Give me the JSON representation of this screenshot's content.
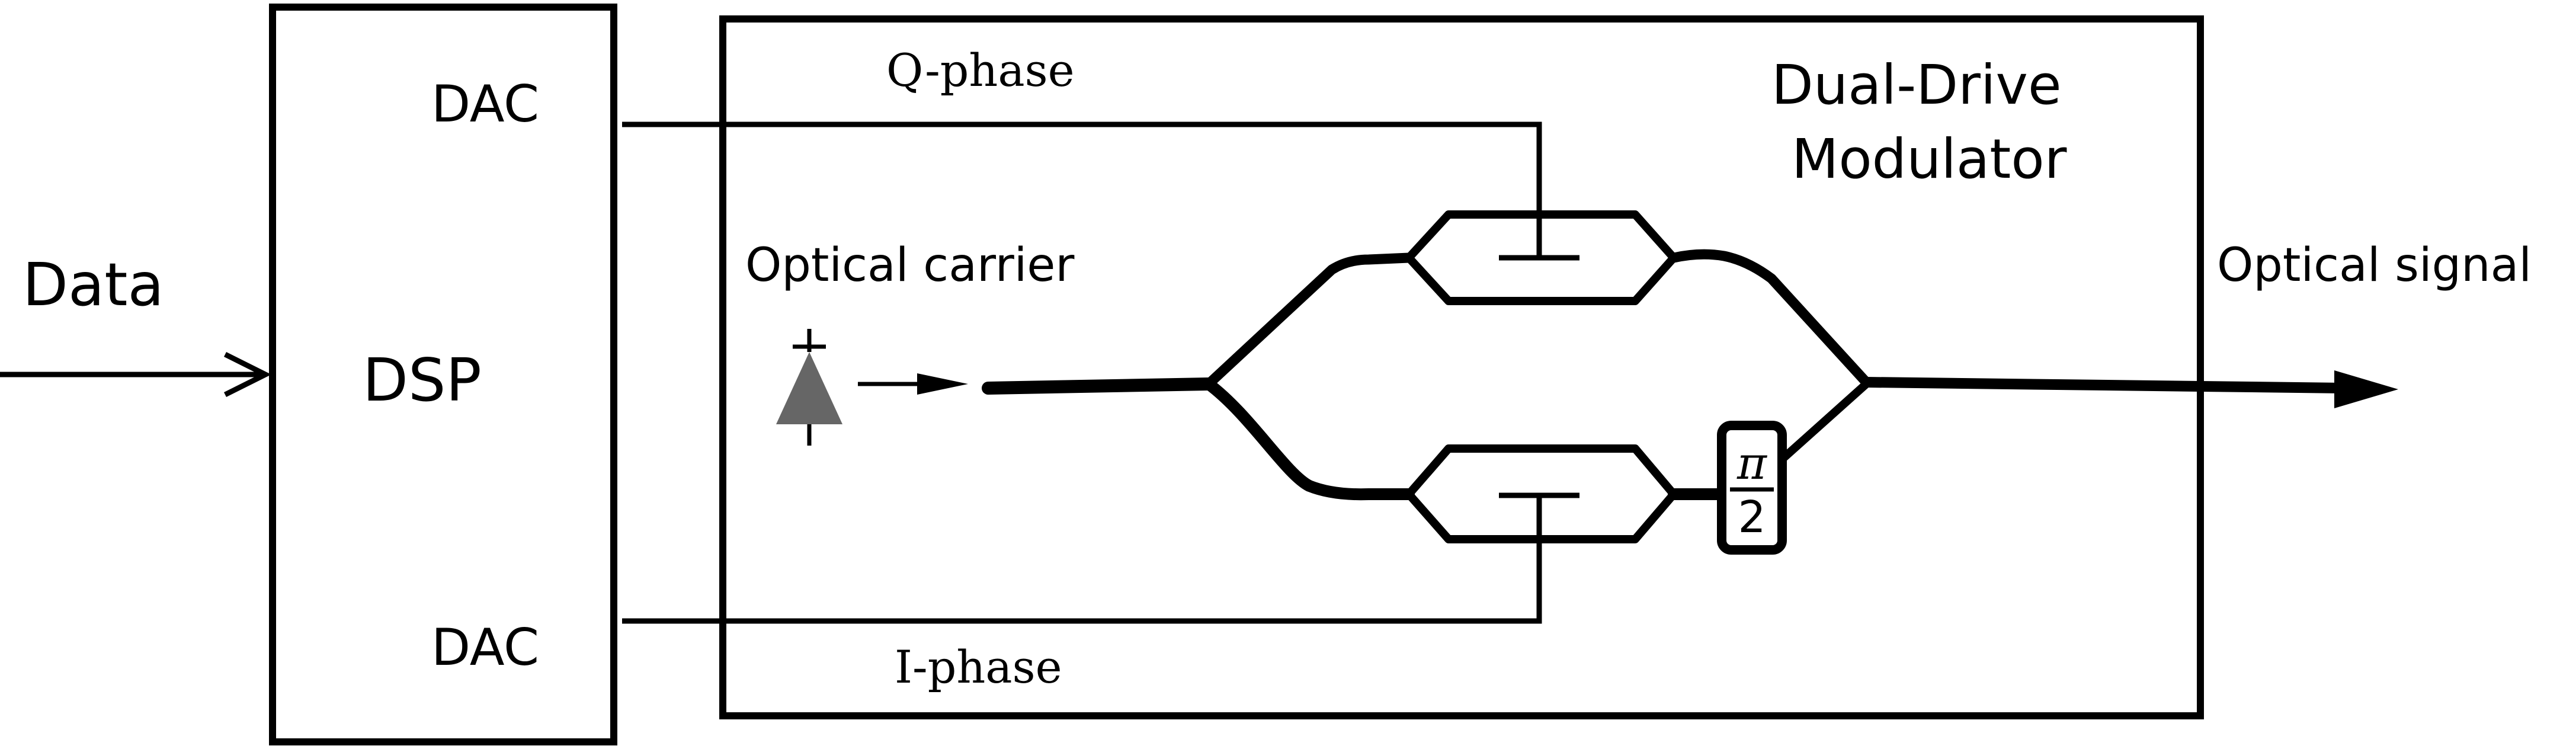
{
  "labels": {
    "data": "Data",
    "dsp": "DSP",
    "dac_top": "DAC",
    "dac_bottom": "DAC",
    "q_phase": "Q-phase",
    "i_phase": "I-phase",
    "optical_carrier": "Optical carrier",
    "modulator_line1": "Dual-Drive",
    "modulator_line2": "Modulator",
    "optical_signal": "Optical signal",
    "pi_symbol": "π",
    "pi_denominator": "2"
  },
  "colors": {
    "stroke": "#000000",
    "laser_fill": "#666666",
    "background": "#ffffff"
  }
}
